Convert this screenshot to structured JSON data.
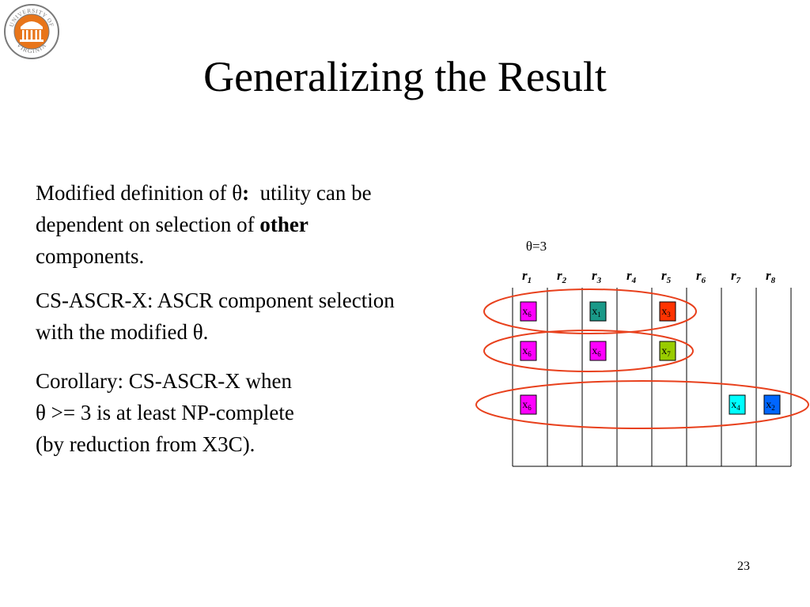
{
  "logo": {
    "text_top": "UNIVERSITY OF",
    "text_bottom": "VIRGINIA",
    "icon": "rotunda-seal-icon"
  },
  "title": "Generalizing the Result",
  "body": {
    "p1": {
      "lead": "Modified definition of θ",
      "colon": ":",
      "mid": "  utility can be dependent on selection of ",
      "bold": "other",
      "tail": " components."
    },
    "p2": "CS-ASCR-X: ASCR component selection with the modified θ.",
    "p3": {
      "line1": "Corollary: CS-ASCR-X when",
      "line2": "θ >= 3 is at least NP-complete",
      "line3": "(by reduction from X3C)."
    }
  },
  "diagram": {
    "theta_label": "θ=3",
    "columns": [
      {
        "name": "r",
        "sub": "1"
      },
      {
        "name": "r",
        "sub": "2"
      },
      {
        "name": "r",
        "sub": "3"
      },
      {
        "name": "r",
        "sub": "4"
      },
      {
        "name": "r",
        "sub": "5"
      },
      {
        "name": "r",
        "sub": "6"
      },
      {
        "name": "r",
        "sub": "7"
      },
      {
        "name": "r",
        "sub": "8"
      }
    ],
    "rows": [
      {
        "items": [
          {
            "col": 0,
            "label": "x",
            "sub": "6",
            "color": "#ff00ff"
          },
          {
            "col": 2,
            "label": "x",
            "sub": "1",
            "color": "#1a9988"
          },
          {
            "col": 4,
            "label": "x",
            "sub": "3",
            "color": "#ff3300"
          }
        ]
      },
      {
        "items": [
          {
            "col": 0,
            "label": "x",
            "sub": "6",
            "color": "#ff00ff"
          },
          {
            "col": 2,
            "label": "x",
            "sub": "6",
            "color": "#ff00ff"
          },
          {
            "col": 4,
            "label": "x",
            "sub": "7",
            "color": "#99cc00"
          }
        ]
      },
      {
        "items": [
          {
            "col": 0,
            "label": "x",
            "sub": "6",
            "color": "#ff00ff"
          },
          {
            "col": 6,
            "label": "x",
            "sub": "4",
            "color": "#00ffff"
          },
          {
            "col": 7,
            "label": "x",
            "sub": "2",
            "color": "#0066ff"
          }
        ]
      }
    ],
    "ellipse_color": "#e8401c"
  },
  "slide_number": "23"
}
